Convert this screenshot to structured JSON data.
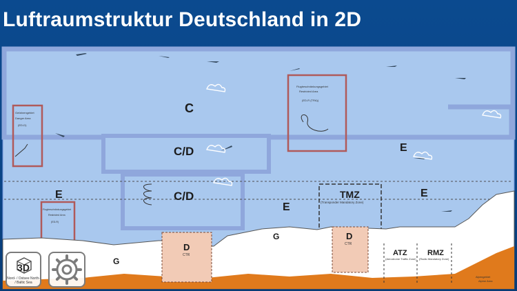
{
  "header": {
    "title": "Luftraumstruktur Deutschland in 2D"
  },
  "airspaces": {
    "c_top": "C",
    "c_d_upper": "C/D",
    "c_d_lower": "C/D",
    "e_right": "E",
    "e_left": "E",
    "e_mid": "E",
    "e_far_right": "E",
    "tmz": "TMZ",
    "tmz_sub": "(Transponder Mandatory Zone)",
    "d_ctr_left": "D",
    "d_ctr_right": "D",
    "ctr": "CTR",
    "g_left": "G",
    "g_mid": "G",
    "atz": "ATZ",
    "atz_sub": "(Aerodrome Traffic Zone)",
    "rmz": "RMZ",
    "rmz_sub": "(Radio Mandatory Zone)",
    "restricted_title": "Flugbeschränkungsgebiet",
    "restricted_sub": "Restricted Area",
    "restricted_code": "(ED-R (TRA))",
    "danger_title": "Gefahrengebiet",
    "danger_sub": "Danger Area",
    "danger_code": "(ED-D)",
    "restricted_low_title": "Flugbeschränkungsgebiet",
    "restricted_low_sub": "Restricted Area",
    "restricted_low_code": "(ED-R)",
    "alpine": "Alpengebiet",
    "alpine_en": "Alpine Area"
  },
  "controls": {
    "view_3d_label": "3D",
    "view_3d_sub": "Nord- / Ostsee North- / Baltic Sea",
    "settings_icon": "gear-icon"
  },
  "colors": {
    "background": "#0a4587",
    "sky": "#a9c8ee",
    "ground": "#e07a1c",
    "boundary": "#8fa7dc",
    "restricted": "#b05a5a",
    "ctr_fill": "#f2cbb6"
  }
}
